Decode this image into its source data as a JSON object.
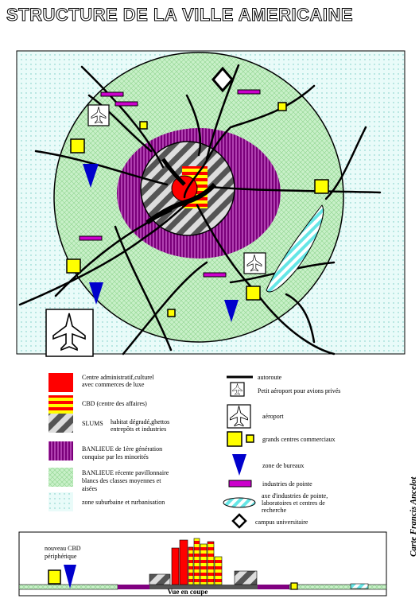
{
  "title": "STRUCTURE DE LA VILLE AMERICAINE",
  "credit": "Carte Francis Ancelot",
  "colors": {
    "centre": "#ff0000",
    "cbd_stripe_a": "#ff0000",
    "cbd_stripe_b": "#ffff00",
    "slums": "#555555",
    "banlieue1": "#800080",
    "banlieue_recente": "#c8f0c8",
    "suburbaine": "#e6faf8",
    "commerce": "#ffff00",
    "bureaux": "#0000cc",
    "industries": "#cc00cc",
    "axe": "#66e6e6"
  },
  "legend": {
    "centre": "Centre administratif,culturel avec commerces de luxe",
    "cbd": "CBD      (centre  des affaires)",
    "slums_name": "SLUMS",
    "slums_desc": "habitat dégradé,ghettos entrepôts et industries",
    "banlieue1": "BANLIEUE de 1ère génération conquise par les minorités",
    "banlieue_recente": "BANLIEUE récente pavillonnaire blancs des classes moyennes et aisées",
    "suburbaine": "zone suburbaine et rurbanisation",
    "autoroute": "autoroute",
    "petit_aeroport": "Petit aéroport pour avions privés",
    "aeroport": "aéroport",
    "commerciaux": "grands centres commerciaux",
    "bureaux": "zone de bureaux",
    "industries": "industries de pointe",
    "axe": "axe d'industries de pointe, laboratoires et centres de recherche",
    "campus": "campus universitaire"
  },
  "section": {
    "label_line1": "nouveau CBD",
    "label_line2": "périphérique",
    "title": "Vue en coupe"
  }
}
